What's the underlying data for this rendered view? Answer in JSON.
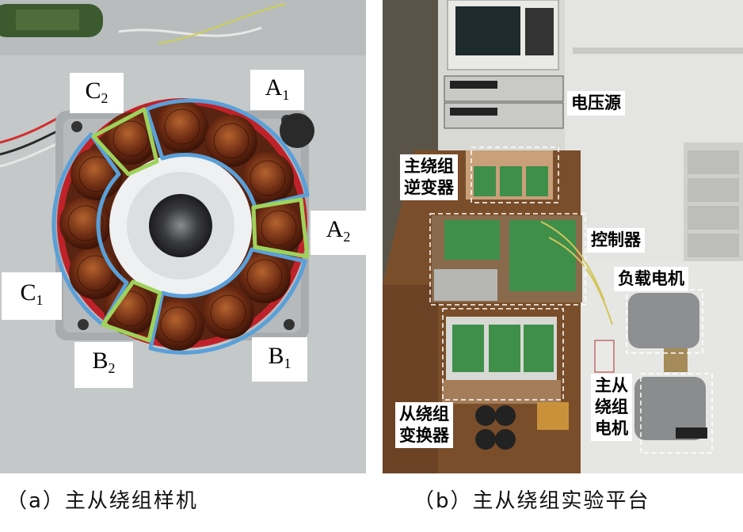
{
  "panel_a": {
    "labels": {
      "a1": {
        "main": "A",
        "sub": "1"
      },
      "a2": {
        "main": "A",
        "sub": "2"
      },
      "b1": {
        "main": "B",
        "sub": "1"
      },
      "b2": {
        "main": "B",
        "sub": "2"
      },
      "c1": {
        "main": "C",
        "sub": "1"
      },
      "c2": {
        "main": "C",
        "sub": "2"
      }
    },
    "caption": "（a）主从绕组样机"
  },
  "panel_b": {
    "labels": {
      "voltage_source": "电压源",
      "primary_inverter_1": "主绕组",
      "primary_inverter_2": "逆变器",
      "controller": "控制器",
      "load_motor": "负载电机",
      "ps_motor_1": "主从",
      "ps_motor_2": "绕组",
      "ps_motor_3": "电机",
      "secondary_converter_1": "从绕组",
      "secondary_converter_2": "变换器"
    },
    "caption": "（b）主从绕组实验平台"
  },
  "colors": {
    "winding_blue": "#5aa0d8",
    "winding_green": "#9fd25a",
    "winding_red": "#c0222a",
    "copper": "#6b2a12",
    "pcb_green": "#3f8f4a"
  }
}
